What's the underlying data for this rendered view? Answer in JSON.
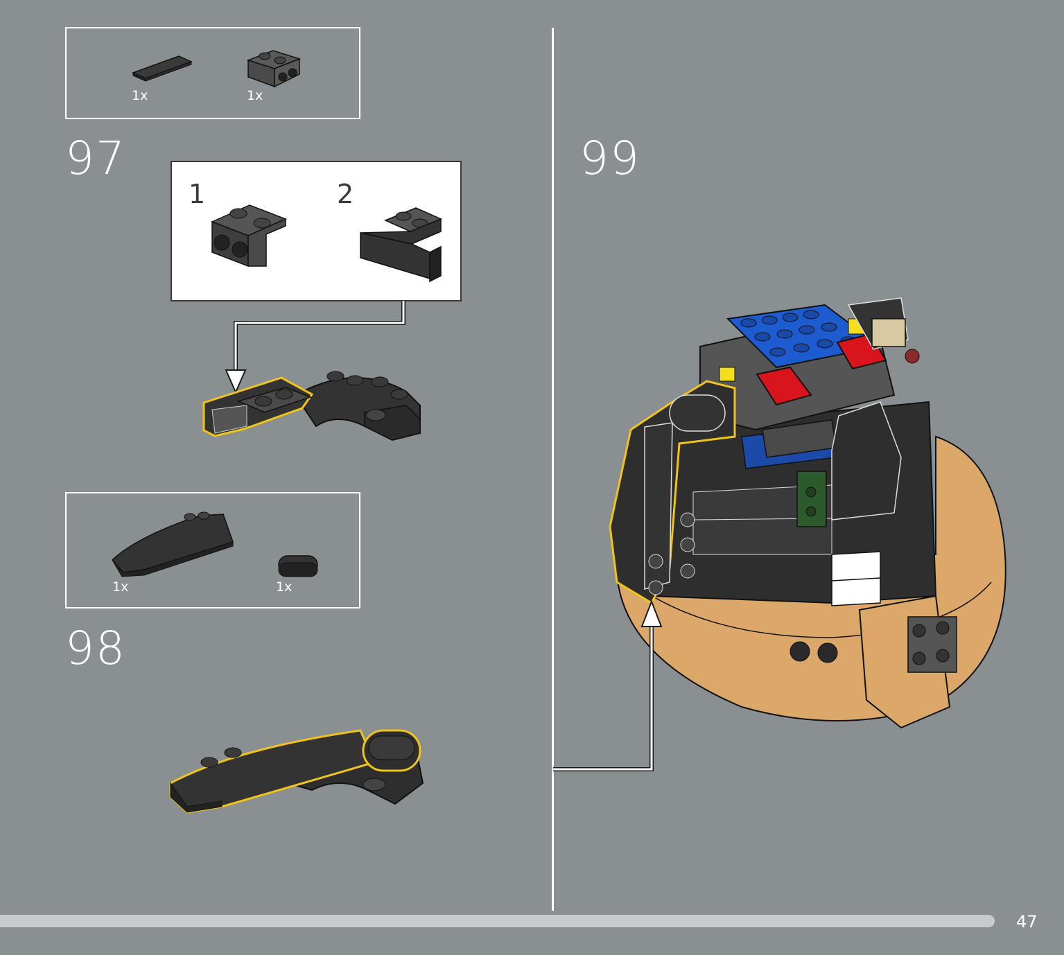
{
  "steps": {
    "step97": {
      "number": "97",
      "parts": [
        {
          "qty": "1x"
        },
        {
          "qty": "1x"
        }
      ],
      "substeps": [
        {
          "number": "1"
        },
        {
          "number": "2"
        }
      ]
    },
    "step98": {
      "number": "98",
      "parts": [
        {
          "qty": "1x"
        },
        {
          "qty": "1x"
        }
      ]
    },
    "step99": {
      "number": "99"
    }
  },
  "page": {
    "number": "47"
  },
  "colors": {
    "background": "#8a9092",
    "highlight": "#f0c419",
    "brick_dark": "#333333",
    "brick_tan": "#dca86a",
    "brick_blue": "#1c5bd0",
    "brick_red": "#d8141c"
  }
}
